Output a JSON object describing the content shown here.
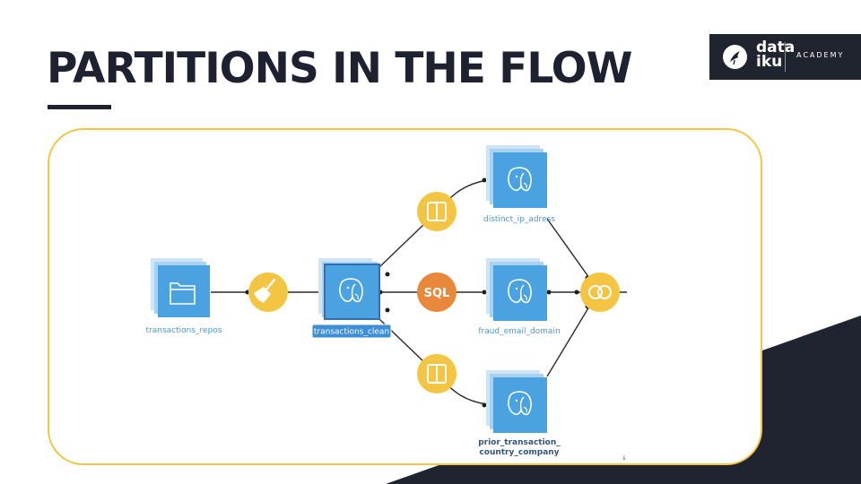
{
  "slide": {
    "title": "PARTITIONS IN THE FLOW"
  },
  "logo": {
    "word_top": "data",
    "word_bottom": "iku",
    "academy": "ACADEMY"
  },
  "flow": {
    "datasets": {
      "transactions_repos": "transactions_repos",
      "transactions_clean": "transactions_clean",
      "distinct_ip_adress": "distinct_ip_adress",
      "fraud_email_domain": "fraud_email_domain",
      "prior_transaction_line1": "prior_transaction_",
      "prior_transaction_line2": "country_company"
    },
    "recipes": {
      "sql_label": "SQL"
    },
    "cursor_mark": "↓"
  },
  "colors": {
    "title": "#1e2230",
    "frame": "#f3c542",
    "dataset_blue": "#4aa3e0",
    "recipe_yellow": "#f3c542",
    "sql_orange": "#e8883a",
    "dark_band": "#1f2430"
  }
}
